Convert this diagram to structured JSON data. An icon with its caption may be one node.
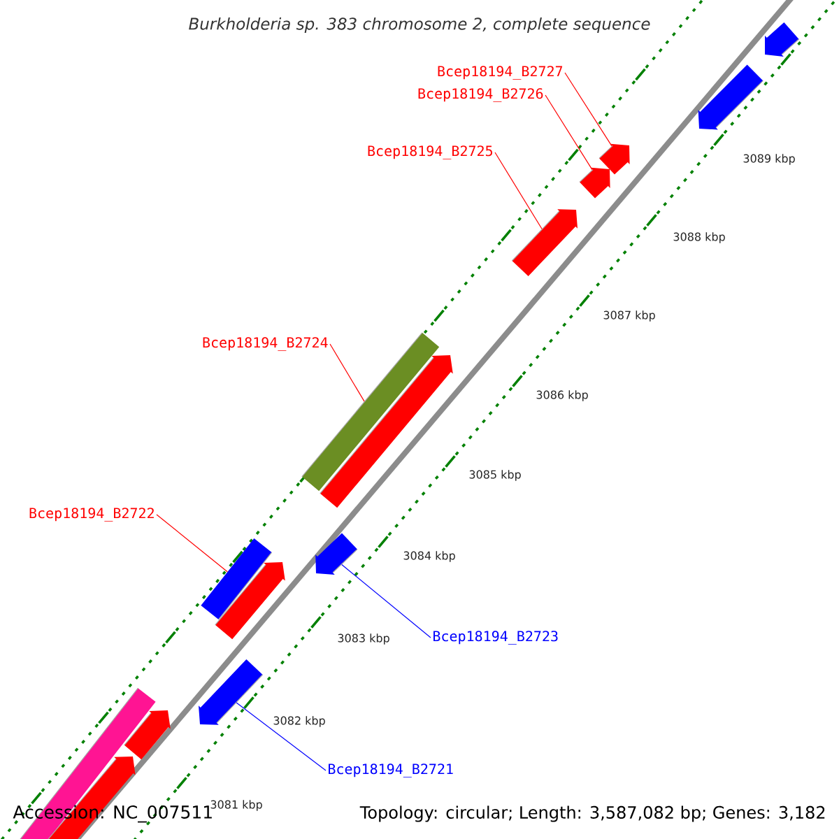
{
  "diagram": {
    "title": "Burkholderia sp. 383 chromosome 2, complete sequence",
    "nodes": [
      {
        "text": [
          "Bcep18194_B2727"
        ]
      },
      {
        "text": [
          "Bcep18194_B2726"
        ]
      },
      {
        "text": [
          "Bcep18194_B2725"
        ]
      },
      {
        "text": [
          "Bcep18194_B2724"
        ]
      },
      {
        "text": [
          "Bcep18194_B2722"
        ]
      },
      {
        "text": [
          "Bcep18194_B2723"
        ]
      },
      {
        "text": [
          "Bcep18194_B2721"
        ]
      },
      {
        "text": [],
        "shape": "pentagon"
      },
      {
        "text": [],
        "shape": "pentagon"
      },
      {
        "text": [],
        "shape": "pentagon"
      },
      {
        "text": [],
        "shape": "pentagon"
      },
      {
        "text": [],
        "shape": "pentagon"
      },
      {
        "text": [],
        "shape": "bar"
      },
      {
        "text": [],
        "shape": "pentagon"
      },
      {
        "text": [],
        "shape": "pentagon"
      },
      {
        "text": [],
        "shape": "bar"
      },
      {
        "text": [],
        "shape": "pentagon"
      },
      {
        "text": [],
        "shape": "pentagon"
      },
      {
        "text": [],
        "shape": "bar"
      },
      {
        "text": [],
        "shape": "pentagon"
      },
      {
        "text": [],
        "shape": "pentagon"
      }
    ],
    "edges": [
      {
        "from": 0,
        "to": 9,
        "arrow": "none"
      },
      {
        "from": 1,
        "to": 10,
        "arrow": "none"
      },
      {
        "from": 2,
        "to": 11,
        "arrow": "none"
      },
      {
        "from": 3,
        "to": 12,
        "arrow": "none"
      },
      {
        "from": 4,
        "to": 15,
        "arrow": "none"
      },
      {
        "from": 5,
        "to": 14,
        "arrow": "none",
        "color": "#0000ff"
      },
      {
        "from": 6,
        "to": 17,
        "arrow": "none",
        "color": "#0000ff"
      }
    ],
    "labels": [
      "3089 kbp",
      "3088 kbp",
      "3087 kbp",
      "3086 kbp",
      "3085 kbp",
      "3084 kbp",
      "3083 kbp",
      "3082 kbp",
      "3081 kbp",
      "Accession: NC_007511",
      "Topology: circular; Length: 3,587,082 bp; Genes: 3,182"
    ]
  }
}
